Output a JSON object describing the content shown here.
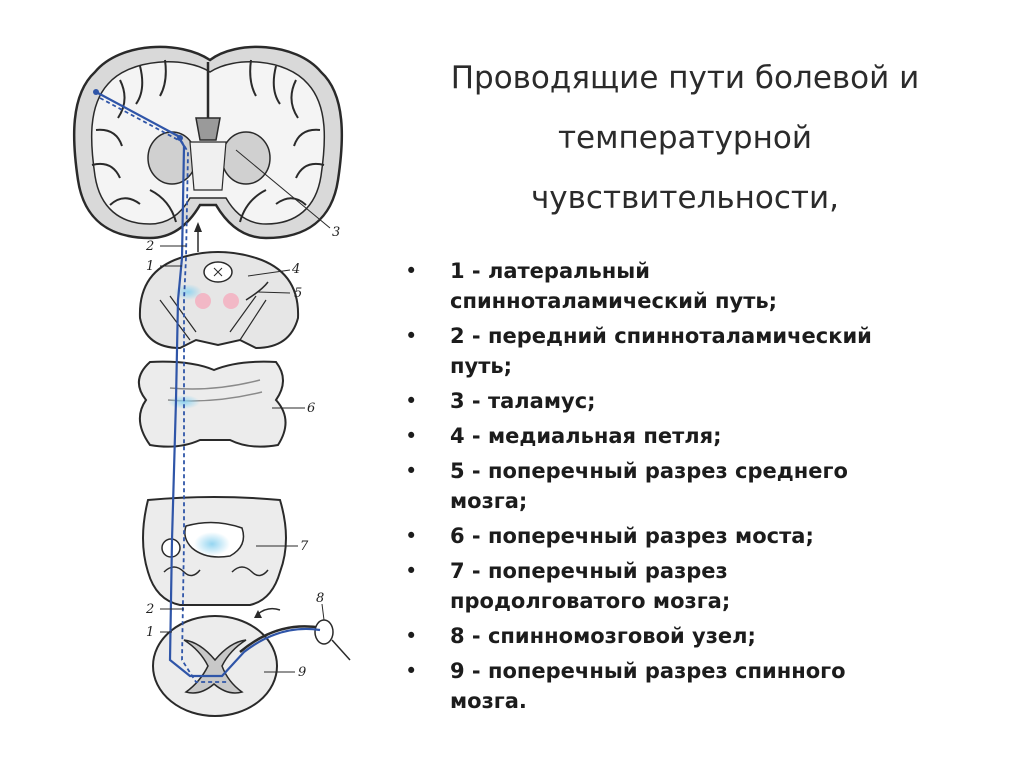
{
  "title": {
    "line1": "Проводящие пути болевой и",
    "line2": "температурной",
    "line3": "чувствительности,"
  },
  "legend": {
    "items": [
      {
        "num": "1",
        "text": " - латеральный",
        "text2": "спинноталамический путь;"
      },
      {
        "num": "2",
        "text": " - передний спинноталамический",
        "text2": "путь;"
      },
      {
        "num": "3",
        "text": " - таламус;",
        "text2": ""
      },
      {
        "num": "4",
        "text": " - медиальная петля;",
        "text2": ""
      },
      {
        "num": "5",
        "text": " - поперечный разрез среднего",
        "text2": "мозга;"
      },
      {
        "num": "6",
        "text": " - поперечный разрез моста;",
        "text2": ""
      },
      {
        "num": "7",
        "text": " - поперечный разрез",
        "text2": "продолговатого мозга;"
      },
      {
        "num": "8",
        "text": " - спинномозговой узел;",
        "text2": ""
      },
      {
        "num": "9",
        "text": " - поперечный разрез спинного",
        "text2": "мозга."
      }
    ]
  },
  "figure_labels": {
    "l3": "3",
    "l2a": "2",
    "l1a": "1",
    "l4": "4",
    "l5": "5",
    "l6": "6",
    "l7": "7",
    "l2b": "2",
    "l1b": "1",
    "l8": "8",
    "l9": "9"
  },
  "colors": {
    "pathway_blue": "#2f55a8",
    "highlight_cyan": "#8fd3f0",
    "nucleus_pink": "#f2b8c6",
    "tissue_gray": "#d6d6d6",
    "outline": "#2a2a2a"
  }
}
